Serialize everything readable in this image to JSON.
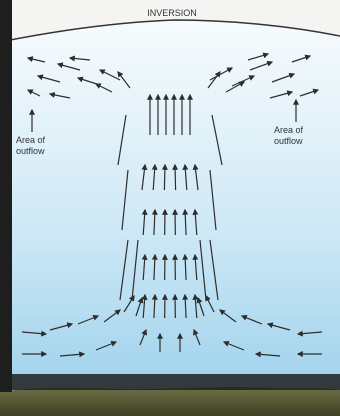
{
  "labels": {
    "inversion": "INVERSION",
    "left_outflow_line1": "Area of",
    "left_outflow_line2": "outflow",
    "right_outflow_line1": "Area of",
    "right_outflow_line2": "outflow"
  },
  "colors": {
    "sky_top": "#f7fbfd",
    "sky_bottom": "#9fd2ec",
    "ground": "#6a6a42",
    "ground_dark": "#3f3f24",
    "frame": "#1e1e1e",
    "arrow": "#2d2d2d"
  }
}
